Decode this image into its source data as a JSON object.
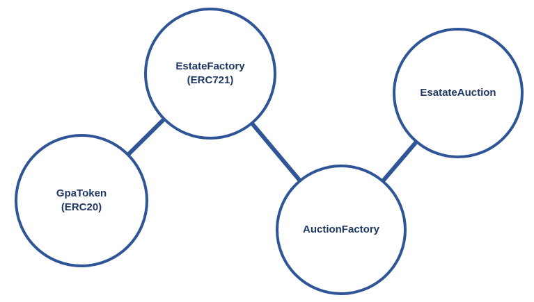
{
  "diagram": {
    "stroke_color": "#2f5597",
    "text_color": "#1f3864",
    "nodes": [
      {
        "id": "estate-factory",
        "lines": [
          "EstateFactory",
          "(ERC721)"
        ]
      },
      {
        "id": "esatate-auction",
        "lines": [
          "EsatateAuction"
        ]
      },
      {
        "id": "gpa-token",
        "lines": [
          "GpaToken",
          "(ERC20)"
        ]
      },
      {
        "id": "auction-factory",
        "lines": [
          "AuctionFactory"
        ]
      }
    ],
    "edges": [
      {
        "from": "estate-factory",
        "to": "gpa-token"
      },
      {
        "from": "estate-factory",
        "to": "auction-factory"
      },
      {
        "from": "esatate-auction",
        "to": "auction-factory"
      }
    ]
  }
}
